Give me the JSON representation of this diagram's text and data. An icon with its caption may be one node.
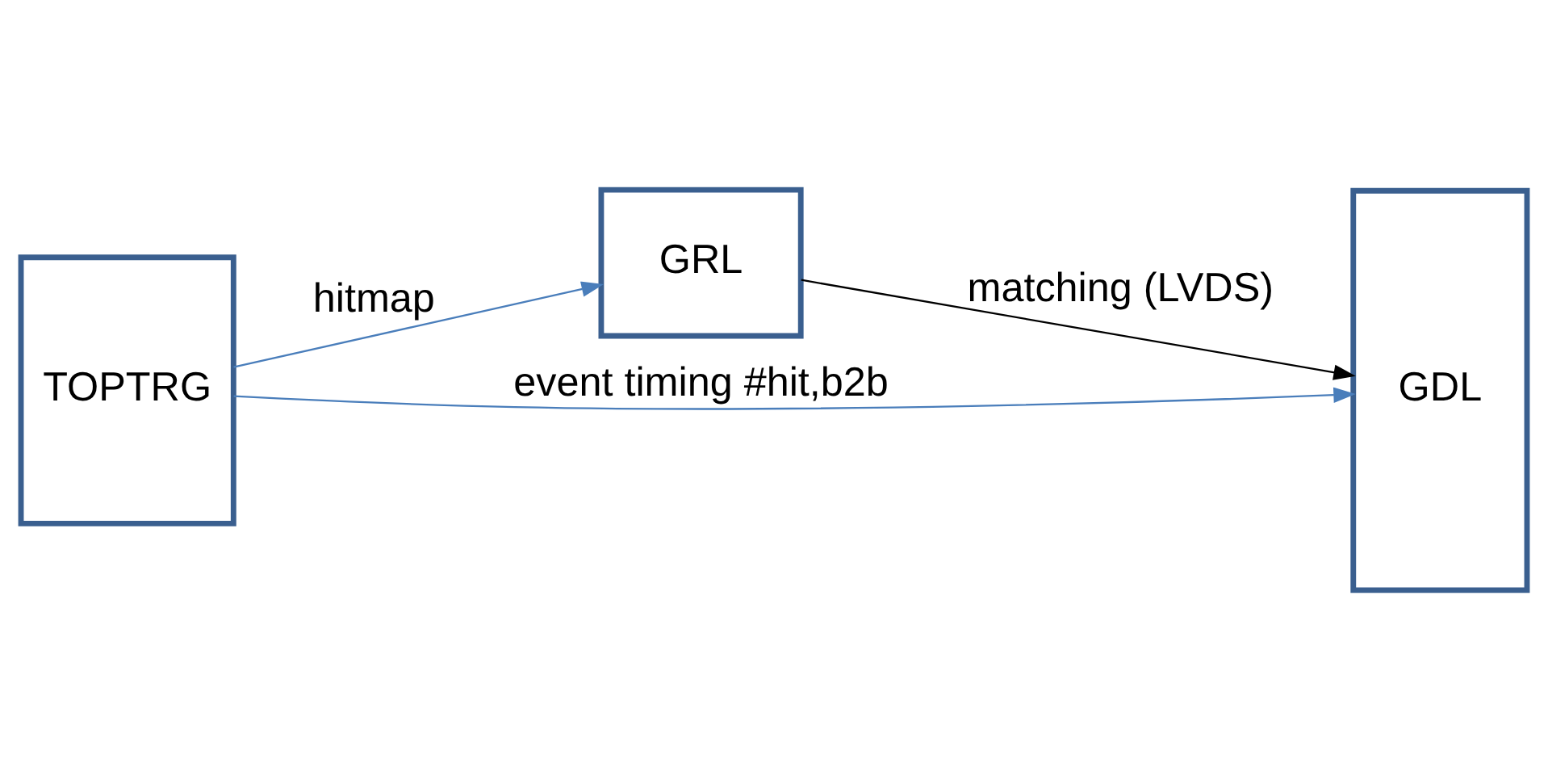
{
  "diagram": {
    "nodes": [
      {
        "text": [
          "TOPTRG"
        ]
      },
      {
        "text": [
          "GRL"
        ]
      },
      {
        "text": [
          "GDL"
        ]
      }
    ],
    "edges": [
      {
        "from": 0,
        "to": 1,
        "arrow": "to",
        "label": "hitmap"
      },
      {
        "from": 1,
        "to": 2,
        "arrow": "to",
        "label": "matching (LVDS)",
        "color": "#000000"
      },
      {
        "from": 0,
        "to": 2,
        "arrow": "to",
        "label": "event timing #hit,b2b"
      }
    ]
  }
}
